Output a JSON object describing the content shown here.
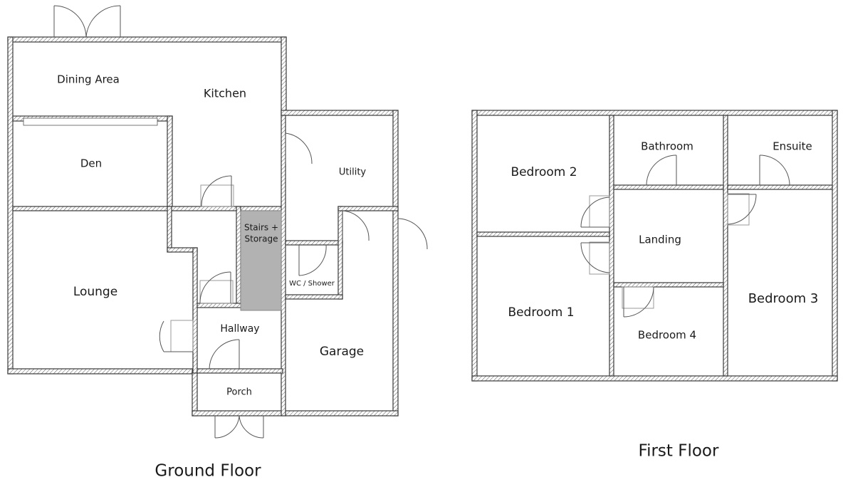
{
  "floors": {
    "ground": {
      "title": "Ground Floor",
      "rooms": {
        "dining_area": "Dining Area",
        "kitchen": "Kitchen",
        "den": "Den",
        "utility": "Utility",
        "stairs_storage_1": "Stairs +",
        "stairs_storage_2": "Storage",
        "lounge": "Lounge",
        "wc_shower": "WC / Shower",
        "hallway": "Hallway",
        "garage": "Garage",
        "porch": "Porch"
      }
    },
    "first": {
      "title": "First Floor",
      "rooms": {
        "bedroom_2": "Bedroom 2",
        "bathroom": "Bathroom",
        "ensuite": "Ensuite",
        "landing": "Landing",
        "bedroom_1": "Bedroom 1",
        "bedroom_4": "Bedroom 4",
        "bedroom_3": "Bedroom 3"
      }
    }
  }
}
